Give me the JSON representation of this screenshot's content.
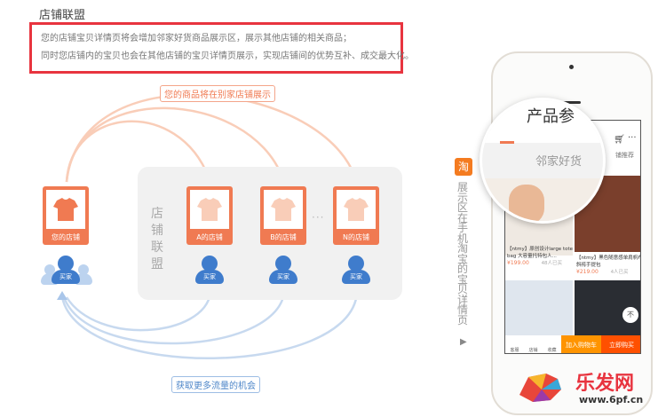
{
  "section_title": "店铺联盟",
  "description": [
    "您的店铺宝贝详情页将会增加邻家好货商品展示区，展示其他店铺的相关商品；",
    "同时您店铺内的宝贝也会在其他店铺的宝贝详情页展示，实现店铺间的优势互补、成交最大化。"
  ],
  "diagram": {
    "top_label": "您的商品将在别家店铺展示",
    "bottom_label": "获取更多流量的机会",
    "alliance_label": "店铺联盟",
    "your_store": "您的店铺",
    "stores": [
      "A的店铺",
      "B的店铺",
      "N的店铺"
    ],
    "buyer_label": "买家",
    "ellipsis": "···"
  },
  "side": {
    "icon_text": "淘",
    "caption": "展示区在手机淘宝的宝贝详情页",
    "arrow": "▶"
  },
  "phone": {
    "header_title": "产品参",
    "magnified_label": "邻家好货",
    "tab_partial": "铺推荐",
    "products": [
      {
        "title": "【ntmy】原创设计large tote bag 大容量托特包人...",
        "price": "¥199.00",
        "sold": "48人已买"
      },
      {
        "title": "【ntmy】黑色随意感单肩帆布斜挎手提包",
        "price": "¥219.00",
        "sold": "4人已买"
      }
    ],
    "nav": [
      "客服",
      "店铺",
      "收藏"
    ],
    "add_cart": "加入购物车",
    "buy_now": "立即购买",
    "float_btn": "不"
  },
  "watermark": {
    "text": "乐发网",
    "url": "www.6pf.cn"
  },
  "colors": {
    "orange": "#f07a52",
    "blue": "#3f7ccc",
    "red": "#e8343f"
  }
}
